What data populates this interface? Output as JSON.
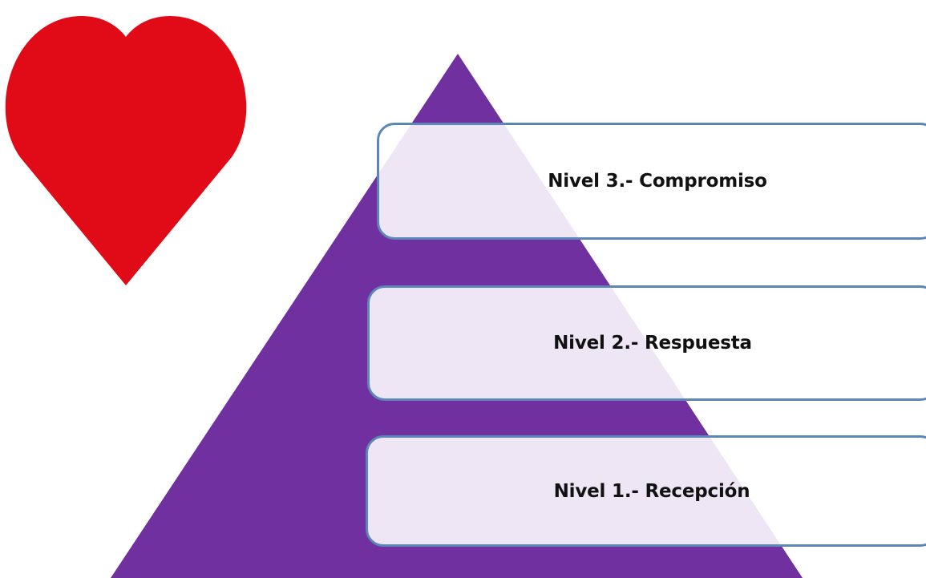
{
  "colors": {
    "heart": "#e10b17",
    "pyramid": "#7030a0",
    "box_border": "#5b86b7",
    "box_fill": "#ffffff"
  },
  "icons": {
    "heart": "heart-icon"
  },
  "levels": [
    {
      "label": "Nivel 3.- Compromiso"
    },
    {
      "label": "Nivel 2.- Respuesta"
    },
    {
      "label": "Nivel 1.- Recepción"
    }
  ]
}
